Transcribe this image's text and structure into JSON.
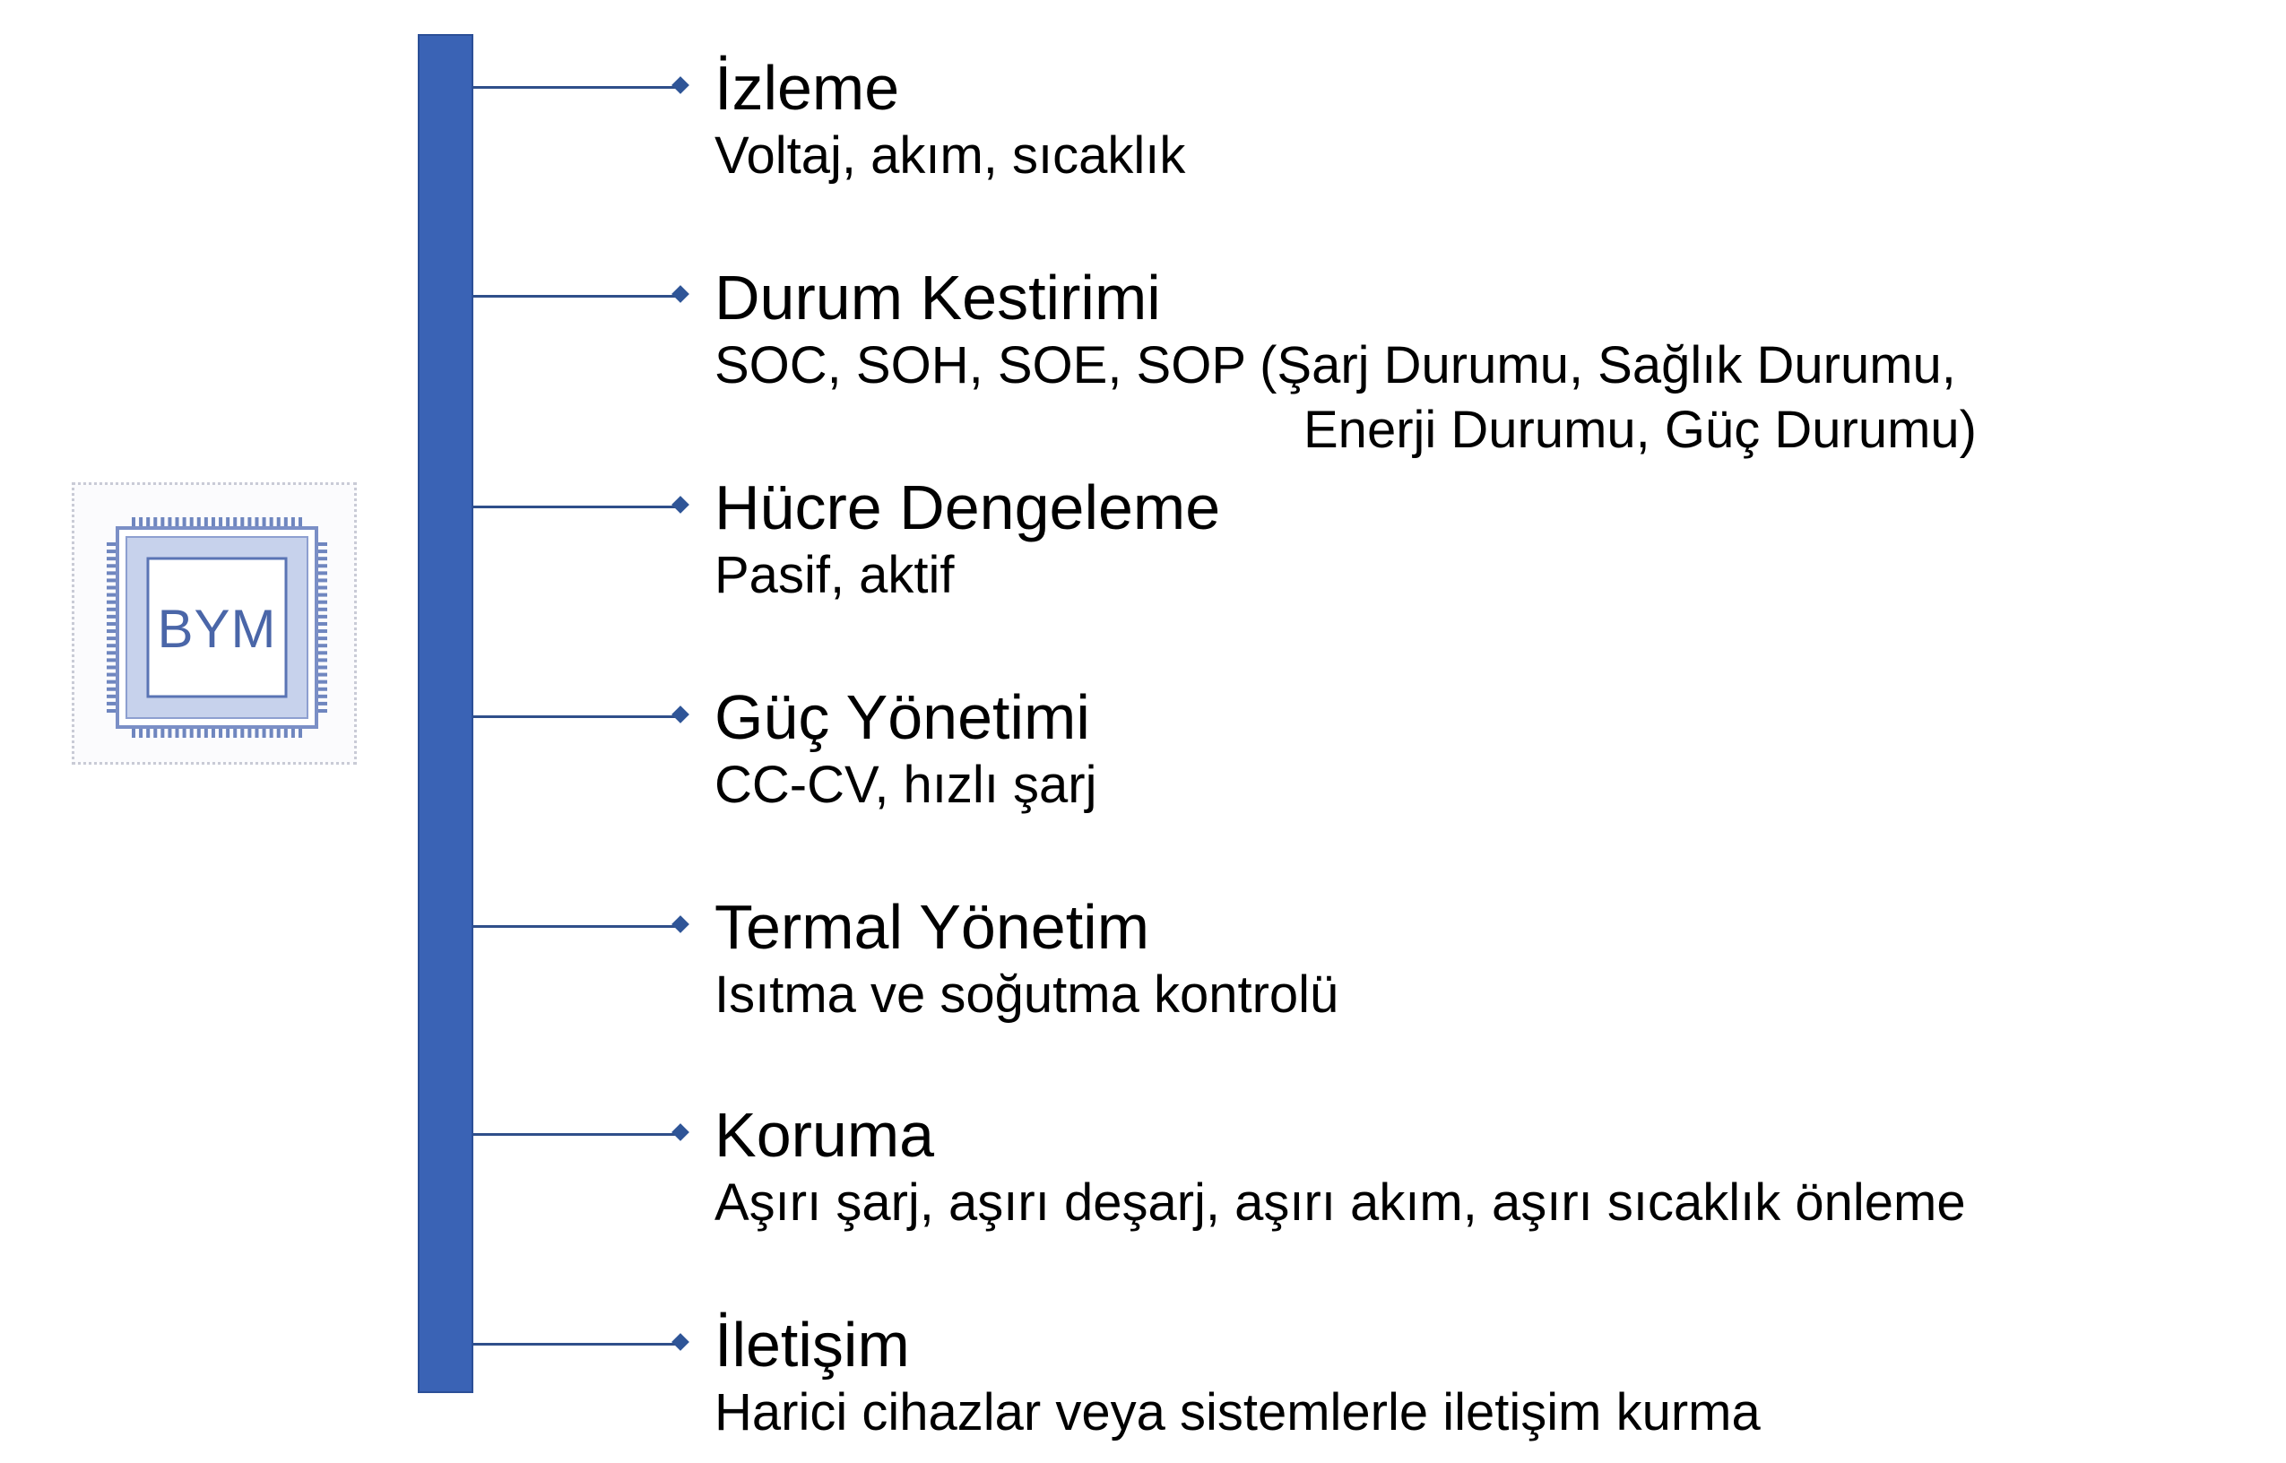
{
  "chip": {
    "label": "BYM",
    "icon": "microchip-icon",
    "color": "#4a66a8"
  },
  "colors": {
    "spine": "#3a63b5",
    "connector": "#2f4f8a",
    "marker": "#2f5597"
  },
  "items": [
    {
      "title": "İzleme",
      "desc": "Voltaj, akım, sıcaklık"
    },
    {
      "title": "Durum Kestirimi",
      "desc": "SOC, SOH, SOE, SOP (Şarj Durumu, Sağlık Durumu,",
      "desc_cont": "Enerji Durumu, Güç Durumu)"
    },
    {
      "title": "Hücre Dengeleme",
      "desc": "Pasif, aktif"
    },
    {
      "title": "Güç Yönetimi",
      "desc": "CC-CV, hızlı şarj"
    },
    {
      "title": "Termal Yönetim",
      "desc": "Isıtma ve soğutma kontrolü"
    },
    {
      "title": "Koruma",
      "desc": "Aşırı şarj, aşırı deşarj, aşırı akım, aşırı sıcaklık önleme"
    },
    {
      "title": "İletişim",
      "desc": "Harici cihazlar veya sistemlerle iletişim kurma"
    }
  ]
}
